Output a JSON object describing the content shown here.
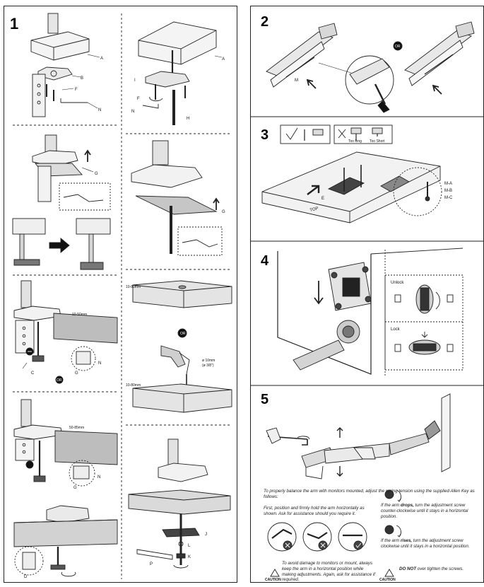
{
  "steps": {
    "s1": "1",
    "s2": "2",
    "s3": "3",
    "s4": "4",
    "s5": "5"
  },
  "part_labels": {
    "A": "A",
    "B": "B",
    "C": "C",
    "D": "D",
    "E": "E",
    "F": "F",
    "G": "G",
    "H": "H",
    "I": "I",
    "J": "J",
    "K": "K",
    "L": "L",
    "M": "M",
    "N": "N",
    "P": "P",
    "MA": "M-A",
    "MB": "M-B",
    "MC": "M-C"
  },
  "measurements": {
    "range1": "10-50mm",
    "range2": "50-85mm",
    "desk1": "10-80mm",
    "desk2": "10-80mm",
    "drill": "ø 10mm",
    "drill_in": "(ø 3/8\")"
  },
  "or_badge": "OR",
  "screw_check": {
    "too_long": "Too long",
    "too_short": "Too Short"
  },
  "top_label": "TOP",
  "lock_panel": {
    "unlock": "Unlock",
    "lock": "Lock"
  },
  "step5": {
    "intro": "To properly balance the arm with monitors mounted, adjust the spring tension using the supplied Allen Key as follows:",
    "hold": "First, position and firmly hold the arm horizontally as shown. Ask for assistance should you require it.",
    "drops_pre": "If the arm ",
    "drops_bold": "drops,",
    "drops_post": " turn the adjustment screw counter-clockwise until it stays in a horizontal position.",
    "rises_pre": "If the arm ",
    "rises_bold": "rises,",
    "rises_post": " turn the adjustment screw clockwise until it stays in a horizontal position.",
    "caution_left": "To avoid damage to monitors or mount, always keep the arm in a horizontal position while making adjustments. Again, ask for assistance if required.",
    "caution_right_bold": "DO NOT",
    "caution_right_post": " over tighten the screws.",
    "caution_word": "CAUTION"
  }
}
